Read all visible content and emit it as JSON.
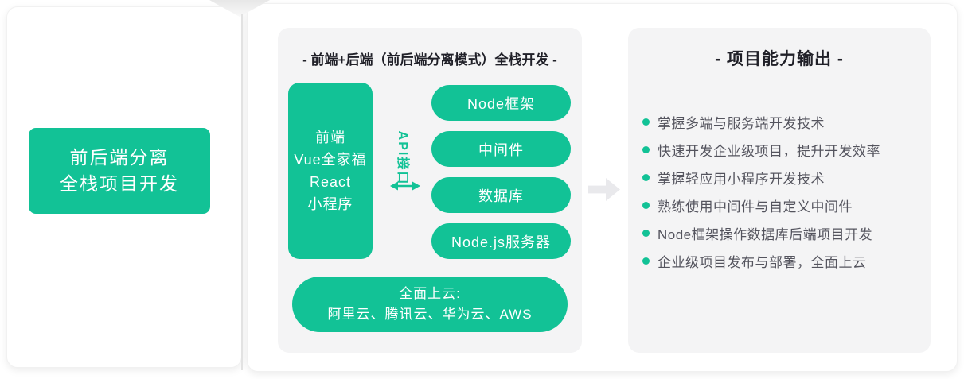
{
  "colors": {
    "green": "#12c296",
    "panel_gray": "#f4f4f5",
    "arrow_gray": "#e9e9ec",
    "title_dark": "#202028",
    "bullet_text": "#54545e"
  },
  "left_card": {
    "line1": "前后端分离",
    "line2": "全栈项目开发"
  },
  "middle_panel": {
    "title": "- 前端+后端（前后端分离模式）全栈开发 -",
    "frontend_box": [
      "前端",
      "Vue全家福",
      "React",
      "小程序"
    ],
    "api_label": "API接口",
    "pills": [
      "Node框架",
      "中间件",
      "数据库",
      "Node.js服务器"
    ],
    "cloud": {
      "line1": "全面上云:",
      "line2": "阿里云、腾讯云、华为云、AWS"
    }
  },
  "right_panel": {
    "title": "- 项目能力输出 -",
    "bullets": [
      "掌握多端与服务端开发技术",
      "快速开发企业级项目，提升开发效率",
      "掌握轻应用小程序开发技术",
      "熟练使用中间件与自定义中间件",
      "Node框架操作数据库后端项目开发",
      "企业级项目发布与部署，全面上云"
    ]
  }
}
